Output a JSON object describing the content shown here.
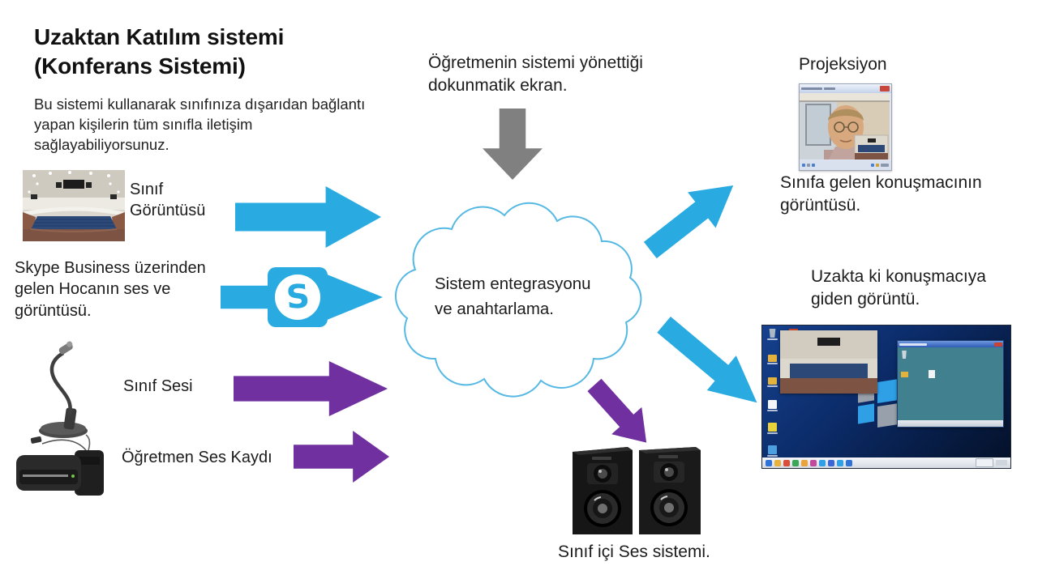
{
  "slide": {
    "title": "Uzaktan Katılım sistemi\n(Konferans Sistemi)",
    "subtitle": "Bu sistemi kullanarak sınıfınıza dışarıdan bağlantı\nyapan kişilerin tüm sınıfla iletişim\nsağlayabiliyorsunuz."
  },
  "left": {
    "classroom_label": "Sınıf\nGörüntüsü",
    "skype_label": "Skype Business üzerinden\ngelen Hocanın ses ve\ngörüntüsü.",
    "class_audio_label": "Sınıf Sesi",
    "teacher_audio_label": "Öğretmen Ses Kaydı"
  },
  "center": {
    "touchscreen_note": "Öğretmenin sistemi yönettiği\ndokunmatik ekran.",
    "cloud_text": "Sistem entegrasyonu\nve anahtarlama."
  },
  "right": {
    "projection_label": "Projeksiyon",
    "incoming_caption": "Sınıfa gelen konuşmacının\ngörüntüsü.",
    "outgoing_caption": "Uzakta ki konuşmacıya\ngiden görüntü."
  },
  "bottom": {
    "speakers_caption": "Sınıf içi Ses sistemi."
  },
  "icons": {
    "skype_letter": "S"
  },
  "colors": {
    "arrow_blue": "#29abe2",
    "arrow_purple": "#7030a0",
    "arrow_gray": "#808080",
    "cloud_stroke": "#56b9e4"
  }
}
